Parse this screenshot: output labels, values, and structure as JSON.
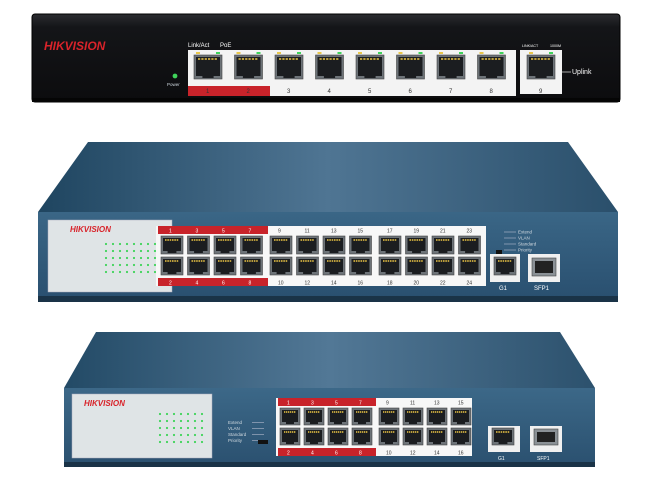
{
  "switches": [
    {
      "brand": "HIKVISION",
      "port_labels_top": [
        "Link/Act",
        "PoE"
      ],
      "power_label": "Power",
      "ports": [
        "1",
        "2",
        "3",
        "4",
        "5",
        "6",
        "7",
        "8"
      ],
      "uplink_port": "9",
      "uplink_led_labels": [
        "LINK/ACT",
        "1000M"
      ],
      "uplink_label": "Uplink"
    },
    {
      "brand": "HIKVISION",
      "top_numbers": [
        "1",
        "3",
        "5",
        "7",
        "9",
        "11",
        "13",
        "15",
        "17",
        "19",
        "21",
        "23"
      ],
      "bottom_numbers": [
        "2",
        "4",
        "6",
        "8",
        "10",
        "12",
        "14",
        "16",
        "18",
        "20",
        "22",
        "24"
      ],
      "mode_labels": [
        "Extend",
        "VLAN",
        "Standard",
        "Priority"
      ],
      "g_port": "G1",
      "sfp_port": "SFP1"
    },
    {
      "brand": "HIKVISION",
      "top_numbers": [
        "1",
        "3",
        "5",
        "7",
        "9",
        "11",
        "13",
        "15"
      ],
      "bottom_numbers": [
        "2",
        "4",
        "6",
        "8",
        "10",
        "12",
        "14",
        "16"
      ],
      "mode_labels": [
        "Extend",
        "VLAN",
        "Standard",
        "Priority"
      ],
      "g_port": "G1",
      "sfp_port": "SFP1"
    }
  ],
  "colors": {
    "switch1_body": "#16171a",
    "panel_blue": "#2f5a78",
    "accent_red": "#c8232a",
    "led_green": "#3fd35a",
    "led_yellow": "#e8c64a"
  }
}
